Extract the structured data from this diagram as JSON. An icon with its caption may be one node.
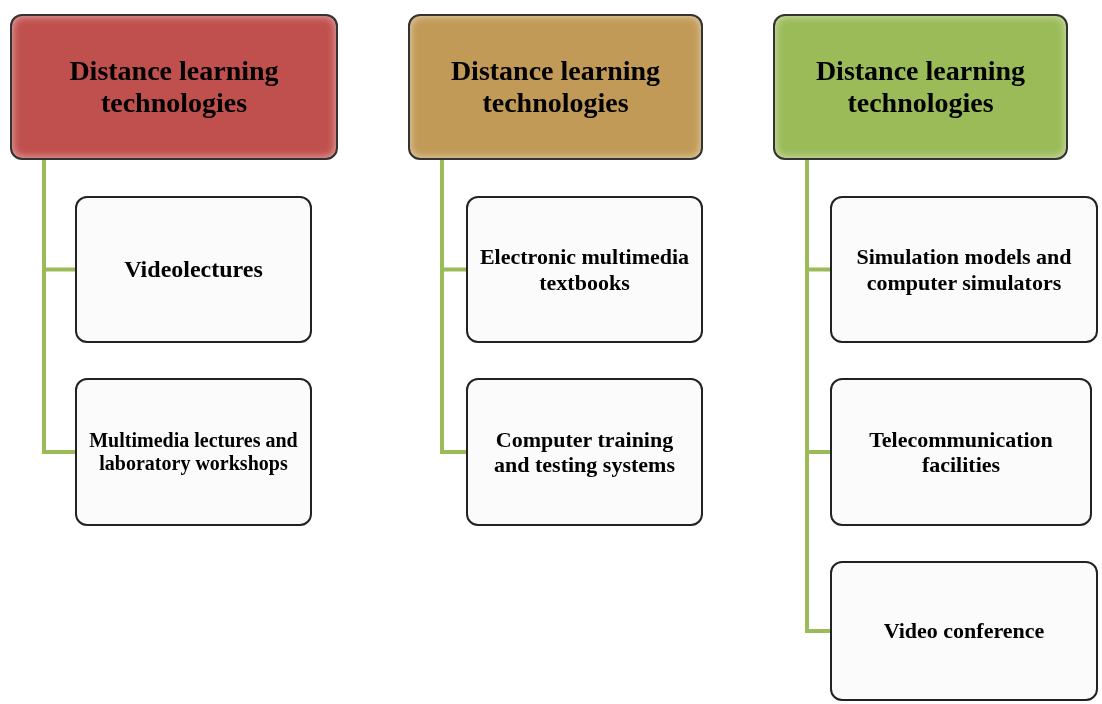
{
  "diagram": {
    "nodes": [
      {
        "text": [
          "Distance learning technologies"
        ]
      },
      {
        "text": [
          "Videolectures"
        ]
      },
      {
        "text": [
          "Multimedia lectures and laboratory workshops"
        ]
      },
      {
        "text": [
          "Distance learning technologies"
        ]
      },
      {
        "text": [
          "Electronic multimedia textbooks"
        ]
      },
      {
        "text": [
          "Computer training and testing systems"
        ]
      },
      {
        "text": [
          "Distance learning technologies"
        ]
      },
      {
        "text": [
          "Simulation models and computer simulators"
        ]
      },
      {
        "text": [
          "Telecommunication facilities"
        ]
      },
      {
        "text": [
          "Video conference"
        ]
      }
    ],
    "edges": [
      {
        "from": 0,
        "to": 1,
        "arrow": "none"
      },
      {
        "from": 0,
        "to": 2,
        "arrow": "none"
      },
      {
        "from": 3,
        "to": 4,
        "arrow": "none"
      },
      {
        "from": 3,
        "to": 5,
        "arrow": "none"
      },
      {
        "from": 6,
        "to": 7,
        "arrow": "none"
      },
      {
        "from": 6,
        "to": 8,
        "arrow": "none"
      },
      {
        "from": 6,
        "to": 9,
        "arrow": "none"
      }
    ]
  }
}
